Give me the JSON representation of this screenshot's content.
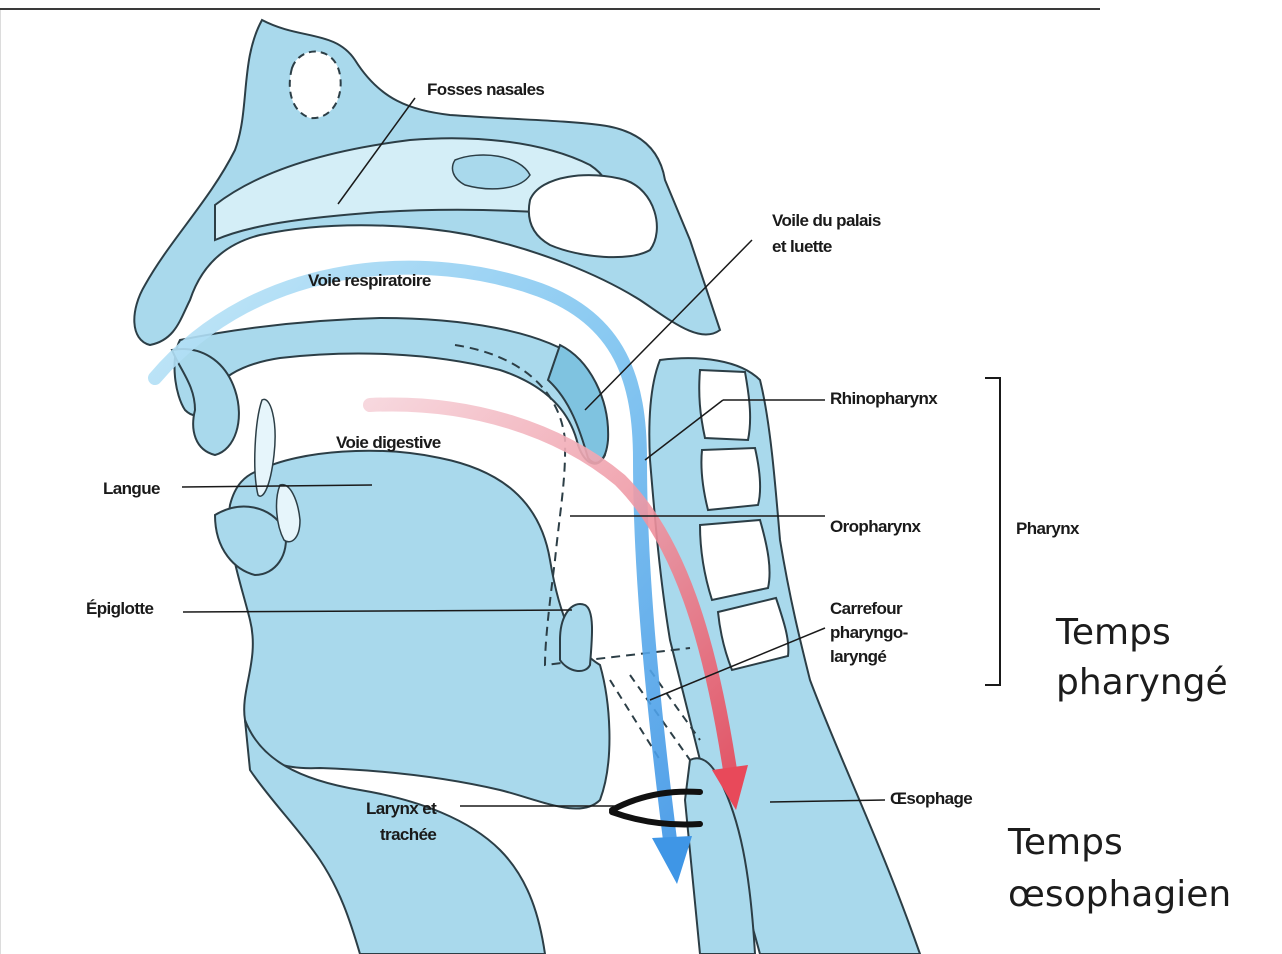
{
  "labels": {
    "fosses_nasales": "Fosses nasales",
    "voile_du_palais_1": "Voile du palais",
    "voile_du_palais_2": "et luette",
    "voie_respiratoire": "Voie respiratoire",
    "voie_digestive": "Voie digestive",
    "langue": "Langue",
    "epiglotte": "Épiglotte",
    "rhinopharynx": "Rhinopharynx",
    "oropharynx": "Oropharynx",
    "pharynx": "Pharynx",
    "carrefour_1": "Carrefour",
    "carrefour_2": "pharyngo-",
    "carrefour_3": "laryngé",
    "larynx_1": "Larynx et",
    "larynx_2": "trachée",
    "oesophage": "Œsophage"
  },
  "phases": {
    "pharyngeal_1": "Temps",
    "pharyngeal_2": "pharyngé",
    "oesophageal_1": "Temps",
    "oesophageal_2": "œsophagien"
  },
  "colors": {
    "tissue": "#a9d9ec",
    "tissue_dark": "#7fc3e0",
    "outline": "#2c3e46",
    "air_arrow": "#4aa3ea",
    "food_arrow": "#ec6d78"
  }
}
